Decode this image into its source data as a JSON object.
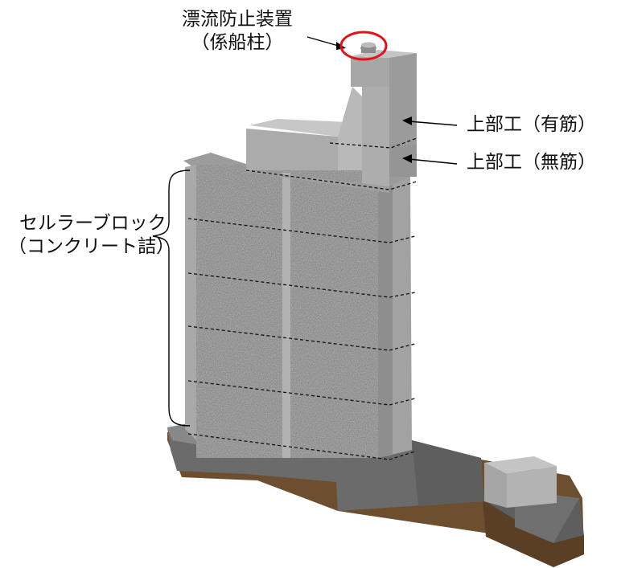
{
  "labels": {
    "mooring_device_line1": "漂流防止装置",
    "mooring_device_line2": "（係船柱）",
    "superstructure_reinforced": "上部工（有筋）",
    "superstructure_unreinforced": "上部工（無筋）",
    "cellular_block_line1": "セルラーブロック",
    "cellular_block_line2": "（コンクリート詰）"
  },
  "colors": {
    "concrete_front": "#a9a9a9",
    "concrete_side": "#8e8e8e",
    "concrete_top": "#bdbdbd",
    "infill_granite": "#8a8a8a",
    "foundation_dark": "#6b6b6b",
    "soil": "#6d4f2f",
    "soil_dark": "#5a3f24",
    "highlight_circle": "#e1121b",
    "leader_line": "#000000"
  },
  "icons": {
    "bollard": "mooring-bollard-icon"
  }
}
